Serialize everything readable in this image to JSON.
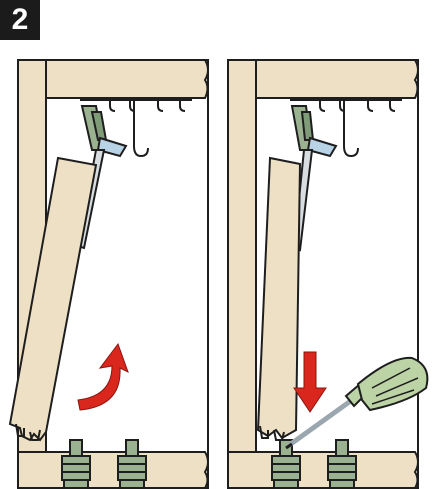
{
  "step": {
    "number": "2"
  },
  "colors": {
    "wood": "#ede0c4",
    "outline": "#1e1e1e",
    "clip_green": "#9bb291",
    "arrow_red": "#d9271d",
    "screwdriver_handle": "#bcd3a5",
    "metal": "#b8d3e6",
    "cabinet_bg": "#ffffff"
  },
  "panels": [
    {
      "name": "left-illustration",
      "action": "lift-up",
      "arrow": "curved-up"
    },
    {
      "name": "right-illustration",
      "action": "push-down",
      "arrow": "straight-down",
      "tool": "screwdriver-icon"
    }
  ]
}
